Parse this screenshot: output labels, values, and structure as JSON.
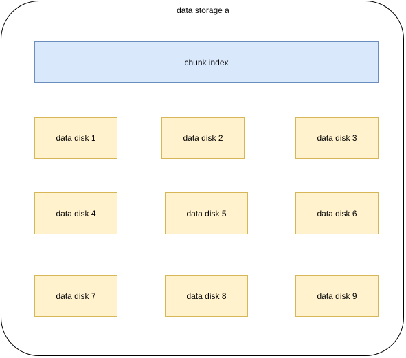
{
  "storage": {
    "title": "data storage a"
  },
  "chunk_index": {
    "label": "chunk index"
  },
  "disks": [
    {
      "label": "data disk 1"
    },
    {
      "label": "data disk 2"
    },
    {
      "label": "data disk 3"
    },
    {
      "label": "data disk 4"
    },
    {
      "label": "data disk 5"
    },
    {
      "label": "data disk 6"
    },
    {
      "label": "data disk 7"
    },
    {
      "label": "data disk 8"
    },
    {
      "label": "data disk 9"
    }
  ],
  "colors": {
    "chunk_index_fill": "#dae8fc",
    "chunk_index_stroke": "#6c8ebf",
    "disk_fill": "#fff2cc",
    "disk_stroke": "#d6b656",
    "container_stroke": "#000000"
  }
}
